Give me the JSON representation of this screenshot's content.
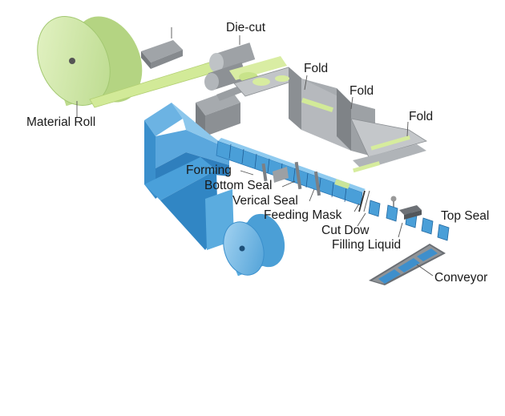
{
  "labels": {
    "material_roll": "Material Roll",
    "die_cut": "Die-cut",
    "fold_1": "Fold",
    "fold_2": "Fold",
    "fold_3": "Fold",
    "forming": "Forming",
    "bottom_seal": "Bottom Seal",
    "vertical_seal": "Verical Seal",
    "feeding_mask": "Feeding Mask",
    "cut_down": "Cut Dow",
    "filling_liquid": "Filling Liquid",
    "top_seal": "Top Seal",
    "conveyor": "Conveyor"
  },
  "colors": {
    "roll_green": "#cfe8a6",
    "roll_green_dark": "#a9cc7a",
    "film_green": "#d5ec9a",
    "machine_gray": "#8f9398",
    "machine_gray_dark": "#6e7276",
    "blue": "#4ea3dc",
    "blue_light": "#86c2ea",
    "blue_dark": "#1f6fb0",
    "leader_line": "#555555"
  }
}
